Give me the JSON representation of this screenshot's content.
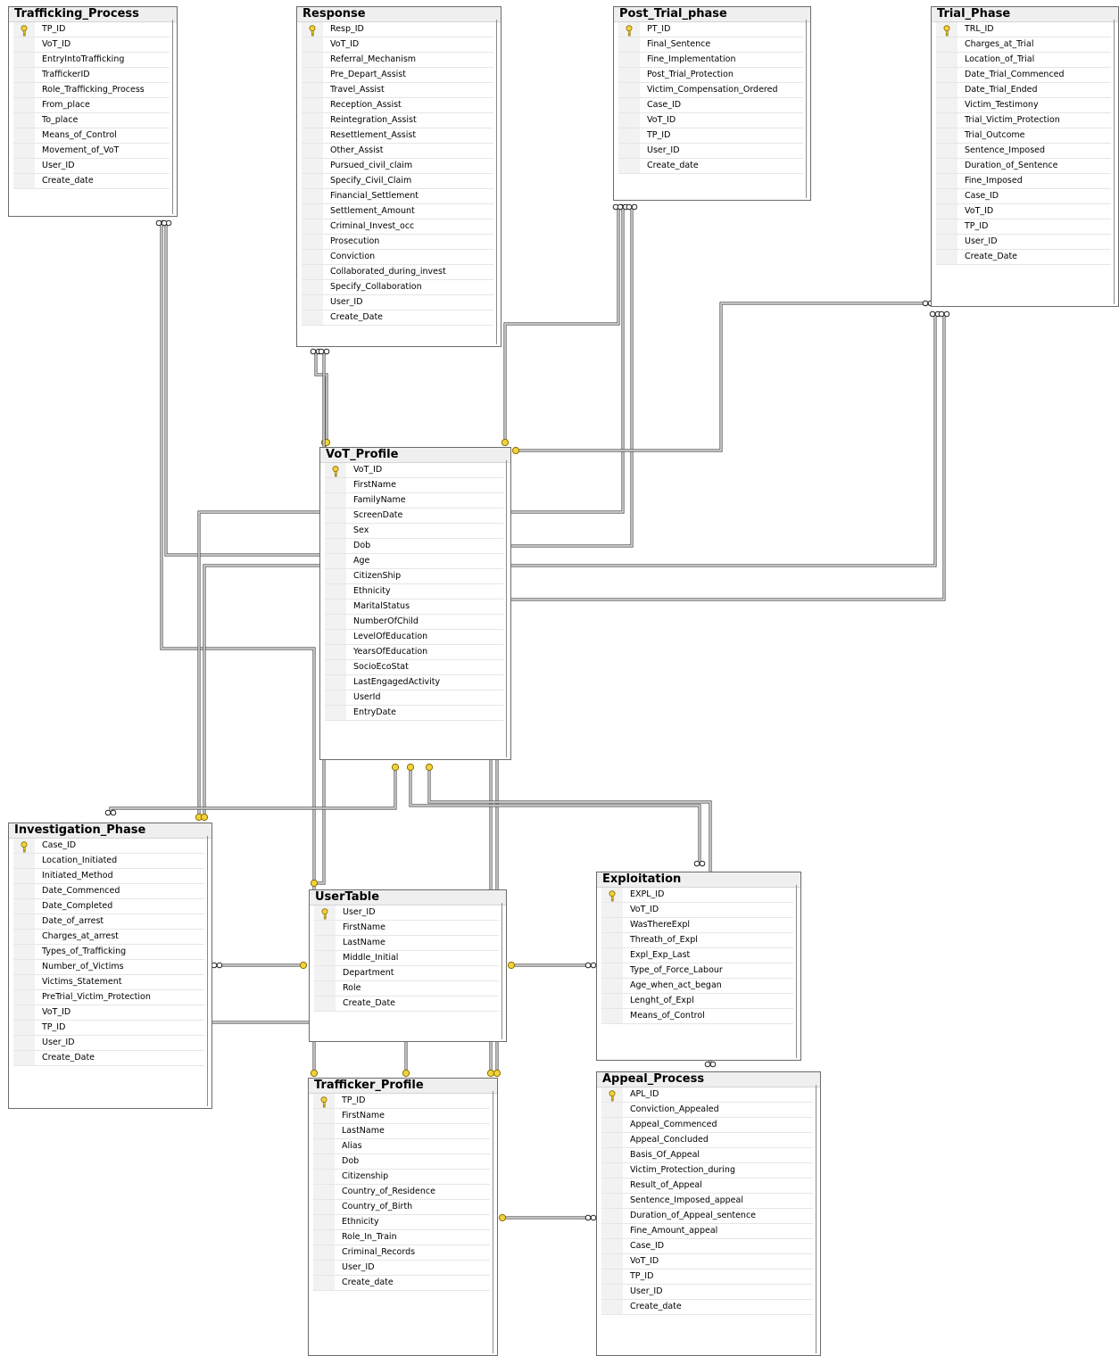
{
  "diagram": {
    "tables": [
      {
        "id": "trafficking_process",
        "name": "Trafficking_Process",
        "fields": [
          "TP_ID",
          "VoT_ID",
          "EntryIntoTrafficking",
          "TraffickerID",
          "Role_Trafficking_Process",
          "From_place",
          "To_place",
          "Means_of_Control",
          "Movement_of_VoT",
          "User_ID",
          "Create_date"
        ]
      },
      {
        "id": "response",
        "name": "Response",
        "fields": [
          "Resp_ID",
          "VoT_ID",
          "Referral_Mechanism",
          "Pre_Depart_Assist",
          "Travel_Assist",
          "Reception_Assist",
          "Reintegration_Assist",
          "Resettlement_Assist",
          "Other_Assist",
          "Pursued_civil_claim",
          "Specify_Civil_Claim",
          "Financial_Settlement",
          "Settlement_Amount",
          "Criminal_Invest_occ",
          "Prosecution",
          "Conviction",
          "Collaborated_during_invest",
          "Specify_Collaboration",
          "User_ID",
          "Create_Date"
        ]
      },
      {
        "id": "post_trial_phase",
        "name": "Post_Trial_phase",
        "fields": [
          "PT_ID",
          "Final_Sentence",
          "Fine_Implementation",
          "Post_Trial_Protection",
          "Victim_Compensation_Ordered",
          "Case_ID",
          "VoT_ID",
          "TP_ID",
          "User_ID",
          "Create_date"
        ]
      },
      {
        "id": "trial_phase",
        "name": "Trial_Phase",
        "fields": [
          "TRL_ID",
          "Charges_at_Trial",
          "Location_of_Trial",
          "Date_Trial_Commenced",
          "Date_Trial_Ended",
          "Victim_Testimony",
          "Trial_Victim_Protection",
          "Trial_Outcome",
          "Sentence_Imposed",
          "Duration_of_Sentence",
          "Fine_Imposed",
          "Case_ID",
          "VoT_ID",
          "TP_ID",
          "User_ID",
          "Create_Date"
        ]
      },
      {
        "id": "vot_profile",
        "name": "VoT_Profile",
        "fields": [
          "VoT_ID",
          "FirstName",
          "FamilyName",
          "ScreenDate",
          "Sex",
          "Dob",
          "Age",
          "CitizenShip",
          "Ethnicity",
          "MaritalStatus",
          "NumberOfChild",
          "LevelOfEducation",
          "YearsOfEducation",
          "SocioEcoStat",
          "LastEngagedActivity",
          "UserId",
          "EntryDate"
        ]
      },
      {
        "id": "investigation_phase",
        "name": "Investigation_Phase",
        "fields": [
          "Case_ID",
          "Location_Initiated",
          "Initiated_Method",
          "Date_Commenced",
          "Date_Completed",
          "Date_of_arrest",
          "Charges_at_arrest",
          "Types_of_Trafficking",
          "Number_of_Victims",
          "Victims_Statement",
          "PreTrial_Victim_Protection",
          "VoT_ID",
          "TP_ID",
          "User_ID",
          "Create_Date"
        ]
      },
      {
        "id": "usertable",
        "name": "UserTable",
        "fields": [
          "User_ID",
          "FirstName",
          "LastName",
          "Middle_Initial",
          "Department",
          "Role",
          "Create_Date"
        ]
      },
      {
        "id": "exploitation",
        "name": "Exploitation",
        "fields": [
          "EXPL_ID",
          "VoT_ID",
          "WasThereExpl",
          "Threath_of_Expl",
          "Expl_Exp_Last",
          "Type_of_Force_Labour",
          "Age_when_act_began",
          "Lenght_of_Expl",
          "Means_of_Control"
        ]
      },
      {
        "id": "trafficker_profile",
        "name": "Trafficker_Profile",
        "fields": [
          "TP_ID",
          "FirstName",
          "LastName",
          "Alias",
          "Dob",
          "Citizenship",
          "Country_of_Residence",
          "Country_of_Birth",
          "Ethnicity",
          "Role_In_Train",
          "Criminal_Records",
          "User_ID",
          "Create_date"
        ]
      },
      {
        "id": "appeal_process",
        "name": "Appeal_Process",
        "fields": [
          "APL_ID",
          "Conviction_Appealed",
          "Appeal_Commenced",
          "Appeal_Concluded",
          "Basis_Of_Appeal",
          "Victim_Protection_during",
          "Result_of_Appeal",
          "Sentence_Imposed_appeal",
          "Duration_of_Appeal_sentence",
          "Fine_Amount_appeal",
          "Case_ID",
          "VoT_ID",
          "TP_ID",
          "User_ID",
          "Create_date"
        ]
      }
    ],
    "relationships": [
      {
        "from": "trafficking_process",
        "to": "vot_profile",
        "one_end": "vot_profile",
        "many_end": "trafficking_process"
      },
      {
        "from": "trafficking_process",
        "to": "trafficker_profile",
        "one_end": "trafficker_profile",
        "many_end": "trafficking_process"
      },
      {
        "from": "response",
        "to": "vot_profile",
        "one_end": "vot_profile",
        "many_end": "response"
      },
      {
        "from": "response",
        "to": "usertable",
        "one_end": "usertable",
        "many_end": "response"
      },
      {
        "from": "post_trial_phase",
        "to": "vot_profile",
        "one_end": "vot_profile",
        "many_end": "post_trial_phase"
      },
      {
        "from": "post_trial_phase",
        "to": "investigation_phase",
        "one_end": "investigation_phase",
        "many_end": "post_trial_phase"
      },
      {
        "from": "post_trial_phase",
        "to": "trafficker_profile",
        "one_end": "trafficker_profile",
        "many_end": "post_trial_phase"
      },
      {
        "from": "trial_phase",
        "to": "vot_profile",
        "one_end": "vot_profile",
        "many_end": "trial_phase"
      },
      {
        "from": "trial_phase",
        "to": "investigation_phase",
        "one_end": "investigation_phase",
        "many_end": "trial_phase"
      },
      {
        "from": "trial_phase",
        "to": "trafficker_profile",
        "one_end": "trafficker_profile",
        "many_end": "trial_phase"
      },
      {
        "from": "investigation_phase",
        "to": "vot_profile",
        "one_end": "vot_profile",
        "many_end": "investigation_phase"
      },
      {
        "from": "investigation_phase",
        "to": "usertable",
        "one_end": "usertable",
        "many_end": "investigation_phase"
      },
      {
        "from": "investigation_phase",
        "to": "trafficker_profile",
        "one_end": "trafficker_profile",
        "many_end": "investigation_phase"
      },
      {
        "from": "exploitation",
        "to": "vot_profile",
        "one_end": "vot_profile",
        "many_end": "exploitation"
      },
      {
        "from": "exploitation",
        "to": "usertable",
        "one_end": "usertable",
        "many_end": "exploitation"
      },
      {
        "from": "appeal_process",
        "to": "vot_profile",
        "one_end": "vot_profile",
        "many_end": "appeal_process"
      },
      {
        "from": "appeal_process",
        "to": "trafficker_profile",
        "one_end": "trafficker_profile",
        "many_end": "appeal_process"
      }
    ],
    "colors": {
      "key": "#f0d33c",
      "key_outline": "#8a6d00",
      "line": "#555555",
      "header_bg": "#efefef"
    },
    "icons": {
      "primary_key": "key-icon",
      "one_end": "key-icon",
      "many_end": "infinity-icon"
    }
  }
}
